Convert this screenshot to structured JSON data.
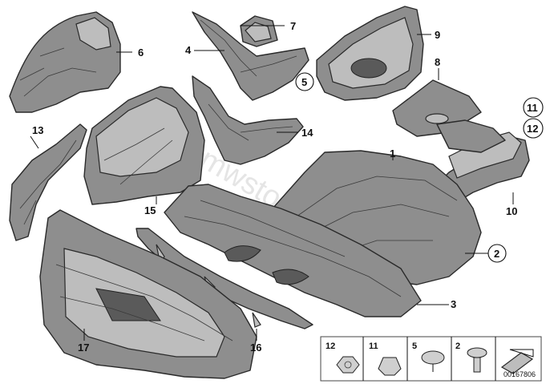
{
  "diagram": {
    "watermark": "www.bmwstore.pl",
    "document_number": "00167806",
    "callouts": {
      "p1": "1",
      "p2": "2",
      "p3": "3",
      "p4": "4",
      "p5": "5",
      "p6": "6",
      "p7": "7",
      "p8": "8",
      "p9": "9",
      "p10": "10",
      "p11": "11",
      "p12": "12",
      "p13": "13",
      "p14": "14",
      "p15": "15",
      "p16": "16",
      "p17": "17"
    },
    "legend": {
      "l12": "12",
      "l11": "11",
      "l5": "5",
      "l2": "2"
    }
  }
}
